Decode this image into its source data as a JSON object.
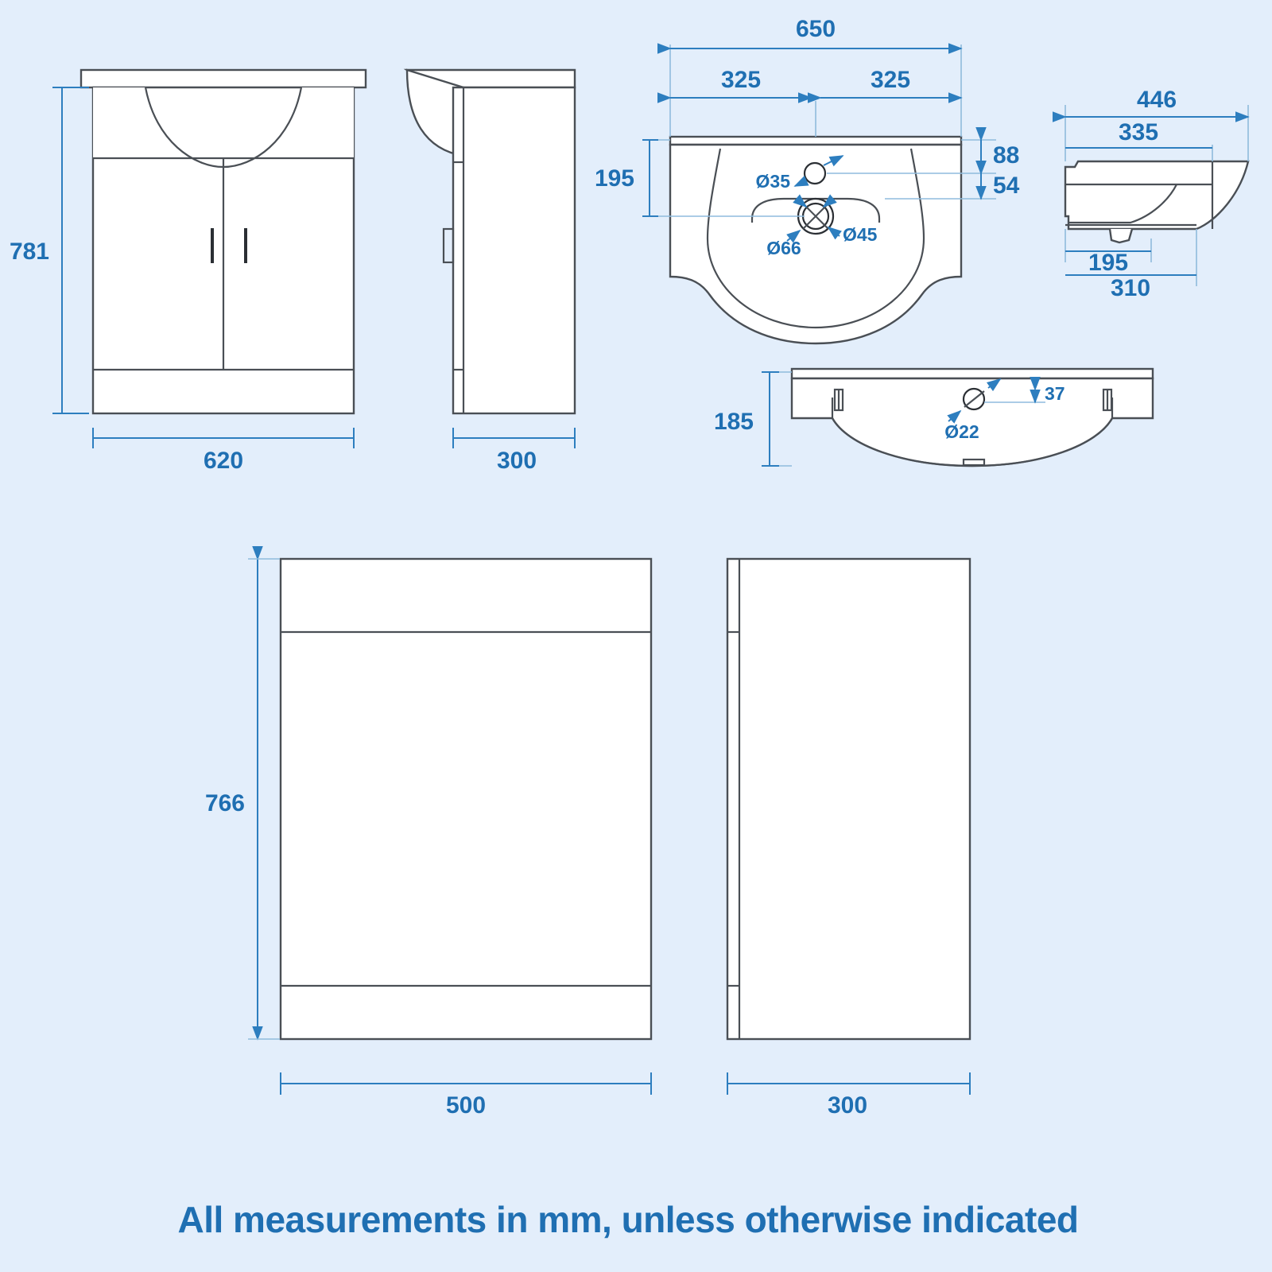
{
  "document": {
    "type": "technical-dimension-drawing",
    "subject": "Bathroom vanity unit, basin and WC unit",
    "background_color": "#e3eefb",
    "dimension_color": "#1f6fb2",
    "line_color": "#4a4f55",
    "caption": "All measurements in mm, unless otherwise indicated"
  },
  "views": {
    "vanity_front": {
      "title": "Vanity unit front elevation",
      "dimensions": {
        "height": "781",
        "width": "620"
      }
    },
    "vanity_side": {
      "title": "Vanity unit side elevation",
      "dimensions": {
        "depth": "300"
      }
    },
    "basin_top": {
      "title": "Basin plan view",
      "dimensions": {
        "overall_width": "650",
        "half_left": "325",
        "half_right": "325",
        "depth": "195",
        "back_to_tap": "88",
        "tap_to_waste": "54"
      },
      "holes": {
        "tap_hole": "Ø35",
        "waste_outer": "Ø66",
        "waste_inner": "Ø45"
      }
    },
    "basin_side": {
      "title": "Basin side section",
      "dimensions": {
        "overall_depth": "446",
        "upper_depth": "335",
        "lower_inner": "195",
        "lower_outer": "310"
      }
    },
    "basin_front": {
      "title": "Basin front elevation",
      "dimensions": {
        "height": "185",
        "overflow_offset": "37"
      },
      "holes": {
        "overflow": "Ø22"
      }
    },
    "wc_front": {
      "title": "WC unit front elevation",
      "dimensions": {
        "height": "766",
        "width": "500"
      }
    },
    "wc_side": {
      "title": "WC unit side elevation",
      "dimensions": {
        "depth": "300"
      }
    }
  },
  "labels": {
    "d781": "781",
    "d620": "620",
    "d300_vanity": "300",
    "d650": "650",
    "d325_left": "325",
    "d325_right": "325",
    "d195_basin": "195",
    "d88": "88",
    "d54": "54",
    "dia35": "Ø35",
    "dia66": "Ø66",
    "dia45": "Ø45",
    "d446": "446",
    "d335": "335",
    "d195_profile": "195",
    "d310": "310",
    "d185": "185",
    "d37": "37",
    "dia22": "Ø22",
    "d766": "766",
    "d500": "500",
    "d300_wc": "300",
    "caption": "All measurements in mm, unless otherwise indicated"
  }
}
